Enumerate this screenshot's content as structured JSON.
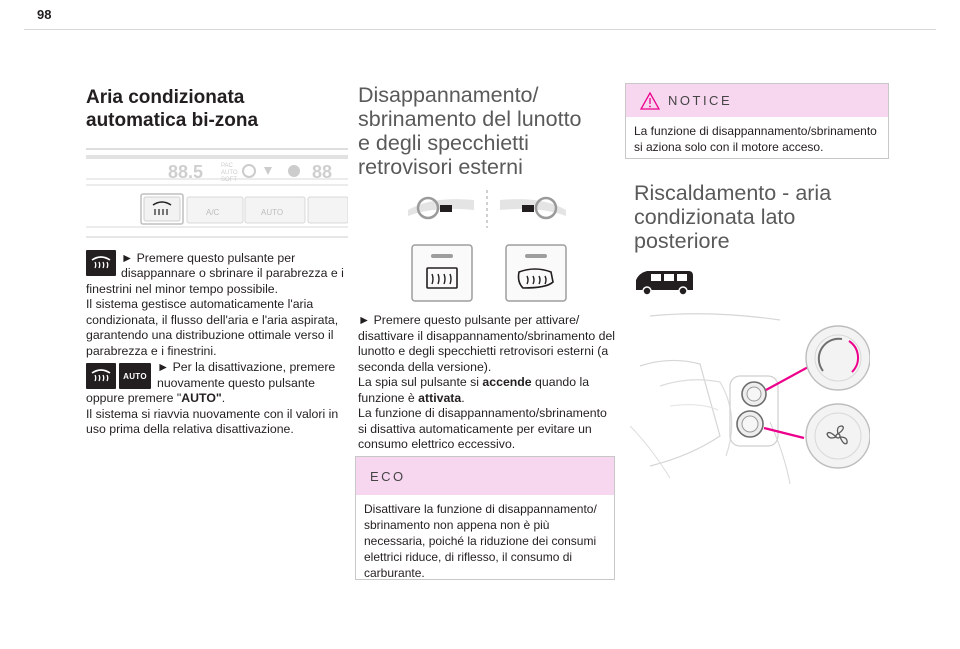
{
  "page": {
    "number": "98"
  },
  "col1": {
    "title_line1": "Aria condizionata",
    "title_line2": "automatica bi-zona",
    "panel": {
      "display_digits_left": "88.5",
      "display_mode": "PAC AUTO SOFT",
      "display_digits_right": "88",
      "btn_ac": "A/C",
      "btn_auto": "AUTO"
    },
    "para1_line1": "► Premere questo pulsante per",
    "para1_line2": "disappannare o sbrinare il parabrezza e i",
    "para1_rest": [
      "finestrini nel minor tempo possibile.",
      "Il sistema gestisce automaticamente l'aria",
      "condizionata, il flusso dell'aria e l'aria aspirata,",
      "garantendo una distribuzione ottimale verso il",
      "parabrezza e i finestrini."
    ],
    "para2_line1": "► Per la disattivazione, premere",
    "para2_line2": "nuovamente questo pulsante",
    "para2_line3_a": "oppure premere \"",
    "para2_line3_b": "AUTO\"",
    "para2_line3_c": ".",
    "para2_rest": [
      "Il sistema si riavvia nuovamente con il valori in",
      "uso prima della relativa disattivazione."
    ],
    "auto_icon_label": "AUTO"
  },
  "col2": {
    "heading": [
      "Disappannamento/",
      "sbrinamento del lunotto",
      "e degli specchietti",
      "retrovisori esterni"
    ],
    "p1": [
      "► Premere questo pulsante per attivare/",
      "disattivare il disappannamento/sbrinamento del",
      "lunotto e degli specchietti retrovisori esterni (a",
      "seconda della versione)."
    ],
    "p2_a": "La spia sul pulsante si ",
    "p2_b": "accende",
    "p2_c": " quando la",
    "p3_a": "funzione è ",
    "p3_b": "attivata",
    "p3_c": ".",
    "p4": [
      "La funzione di disappannamento/sbrinamento",
      "si disattiva automaticamente per evitare un",
      "consumo elettrico eccessivo."
    ],
    "eco": {
      "title": "ECO",
      "text": [
        "Disattivare la funzione di disappannamento/",
        "sbrinamento non appena non è più",
        "necessaria, poiché la riduzione dei consumi",
        "elettrici riduce, di riflesso, il consumo di",
        "carburante."
      ]
    }
  },
  "col3": {
    "notice": {
      "title": "NOTICE",
      "text": [
        "La funzione di disappannamento/sbrinamento",
        "si aziona solo con il motore acceso."
      ]
    },
    "heading": [
      "Riscaldamento - aria",
      "condizionata lato",
      "posteriore"
    ]
  },
  "colors": {
    "accent": "#ec008c",
    "box_head": "#f7d7f0",
    "text": "#231f20"
  },
  "icons": [
    "windscreen-defrost-icon",
    "rear-window-defrost-icon",
    "mirror-defrost-icon",
    "auto-icon",
    "warning-triangle-icon",
    "fan-icon",
    "van-icon"
  ]
}
